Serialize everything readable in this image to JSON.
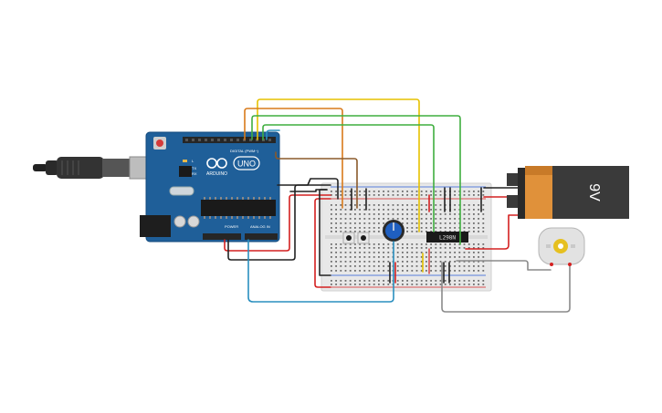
{
  "arduino": {
    "logo_text": "UNO",
    "brand_text": "ARDUINO",
    "digital_label": "DIGITAL (PWM~)",
    "power_label": "POWER",
    "analog_label": "ANALOG IN",
    "tx_label": "TX",
    "rx_label": "RX",
    "l_label": "L"
  },
  "battery": {
    "label": "9V"
  },
  "driver_chip": {
    "label": "L298N"
  },
  "colors": {
    "board": "#1f5f99",
    "breadboard": "#e8e8e8",
    "wire_red": "#d42020",
    "wire_black": "#222222",
    "wire_yellow": "#e6c200",
    "wire_orange": "#d97a1a",
    "wire_green": "#3fae3f",
    "wire_blue": "#2a8fbf",
    "wire_gray": "#8a8a8a",
    "wire_brown": "#8a5a2b",
    "battery_body": "#e0913a",
    "battery_cap": "#3a3a3a",
    "pot_knob": "#1f5fc0"
  }
}
